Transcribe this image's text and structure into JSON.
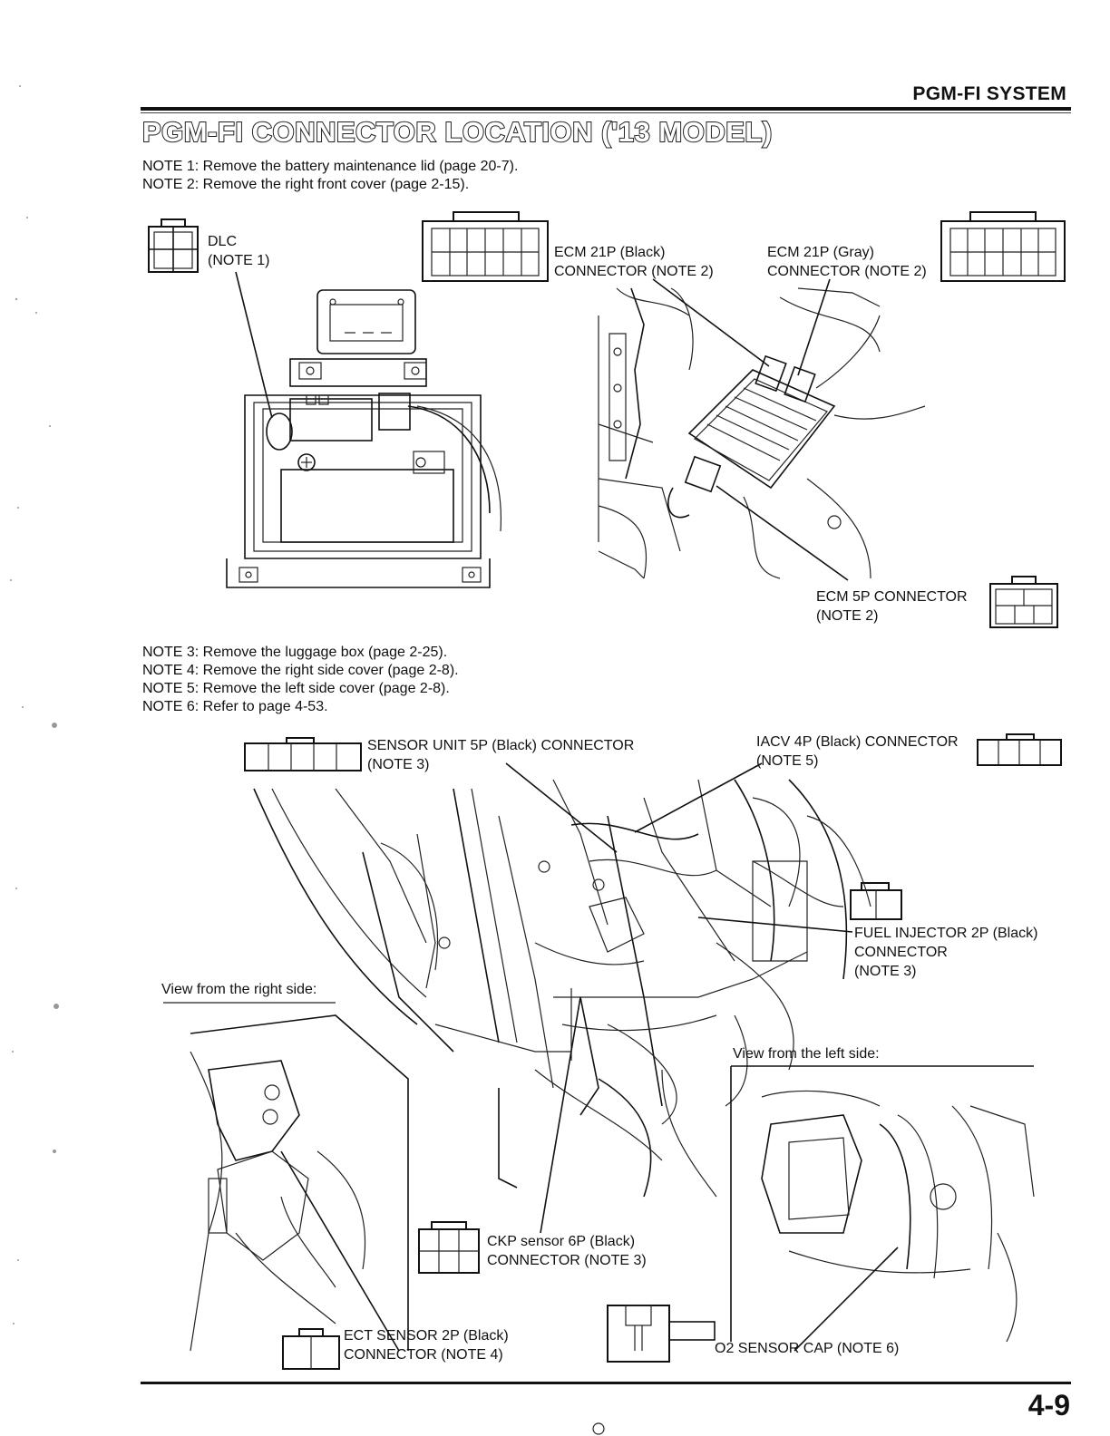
{
  "header": {
    "section": "PGM-FI SYSTEM",
    "title": "PGM-FI CONNECTOR LOCATION ('13 MODEL)"
  },
  "notes_top": [
    "NOTE 1: Remove the battery maintenance lid (page 20-7).",
    "NOTE 2: Remove the right front cover (page 2-15)."
  ],
  "notes_mid": [
    "NOTE 3: Remove the luggage box (page 2-25).",
    "NOTE 4: Remove the right side cover (page 2-8).",
    "NOTE 5: Remove the left side cover (page 2-8).",
    "NOTE 6: Refer to page 4-53."
  ],
  "labels": {
    "dlc": [
      "DLC",
      "(NOTE 1)"
    ],
    "ecm_black": [
      "ECM 21P (Black)",
      "CONNECTOR (NOTE 2)"
    ],
    "ecm_gray": [
      "ECM 21P (Gray)",
      "CONNECTOR (NOTE 2)"
    ],
    "ecm_5p": [
      "ECM 5P CONNECTOR",
      "(NOTE 2)"
    ],
    "sensor_unit": [
      "SENSOR UNIT 5P (Black) CONNECTOR",
      "(NOTE 3)"
    ],
    "iacv": [
      "IACV 4P (Black) CONNECTOR",
      "(NOTE 5)"
    ],
    "fuel_injector": [
      "FUEL INJECTOR 2P (Black)",
      "CONNECTOR",
      "(NOTE 3)"
    ],
    "ckp": [
      "CKP sensor 6P (Black)",
      "CONNECTOR (NOTE 3)"
    ],
    "ect": [
      "ECT SENSOR 2P (Black)",
      "CONNECTOR (NOTE 4)"
    ],
    "o2": "O2 SENSOR CAP (NOTE 6)"
  },
  "views": {
    "right": "View from the right side:",
    "left": "View from the left side:"
  },
  "page_number": "4-9"
}
